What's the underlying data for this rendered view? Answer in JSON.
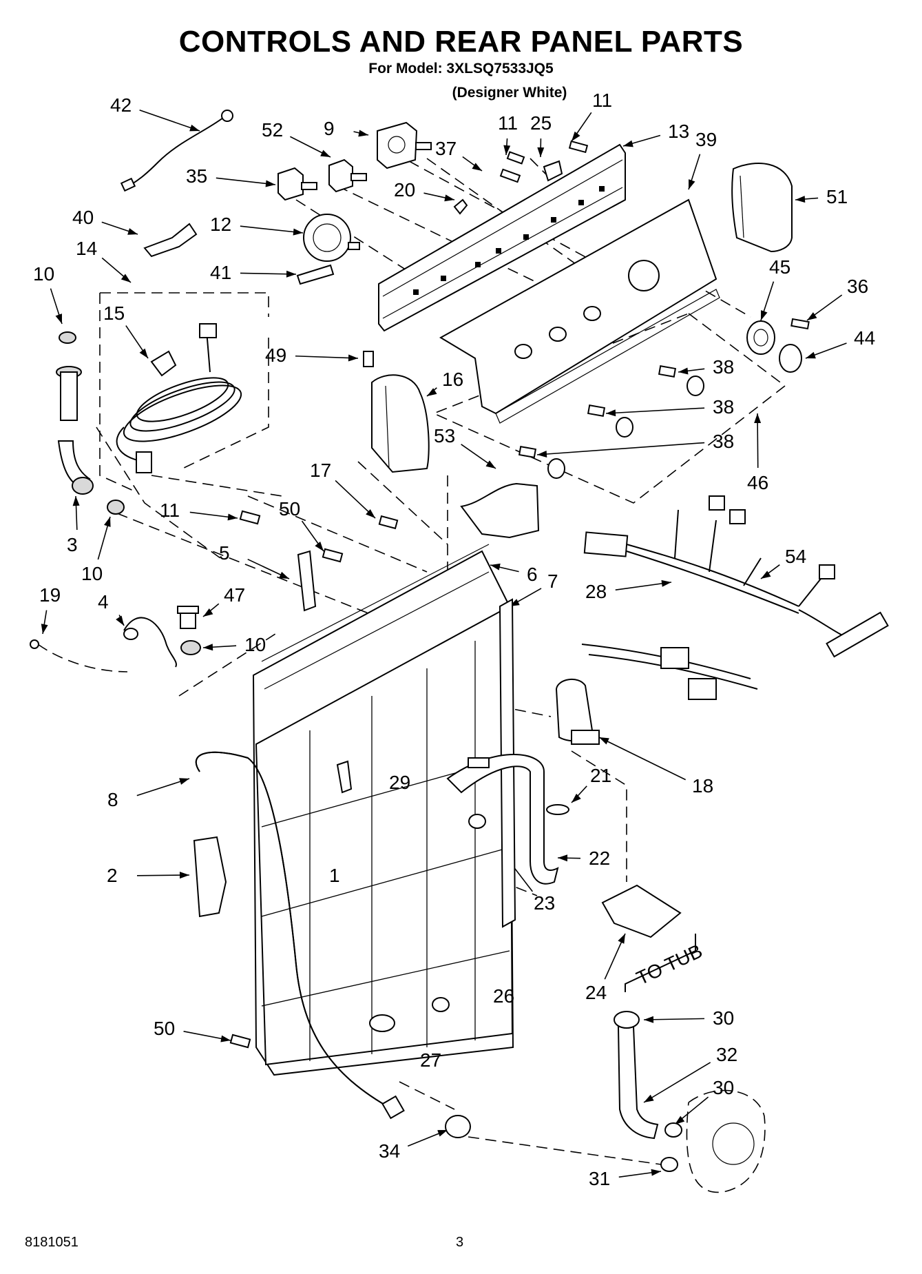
{
  "header": {
    "title": "CONTROLS AND REAR PANEL PARTS",
    "model_line": "For Model: 3XLSQ7533JQ5",
    "color_line": "(Designer White)"
  },
  "footer": {
    "doc_number": "8181051",
    "page_number": "3"
  },
  "annotations": {
    "to_tub": "TO TUB"
  },
  "callouts": [
    "42",
    "52",
    "9",
    "11",
    "25",
    "11",
    "13",
    "39",
    "37",
    "35",
    "20",
    "51",
    "40",
    "12",
    "14",
    "41",
    "10",
    "15",
    "45",
    "36",
    "44",
    "49",
    "16",
    "38",
    "38",
    "53",
    "38",
    "46",
    "17",
    "11",
    "50",
    "3",
    "10",
    "5",
    "6",
    "7",
    "54",
    "28",
    "19",
    "4",
    "47",
    "10",
    "18",
    "8",
    "29",
    "21",
    "22",
    "2",
    "1",
    "23",
    "24",
    "26",
    "30",
    "50",
    "27",
    "32",
    "30",
    "34",
    "31"
  ]
}
